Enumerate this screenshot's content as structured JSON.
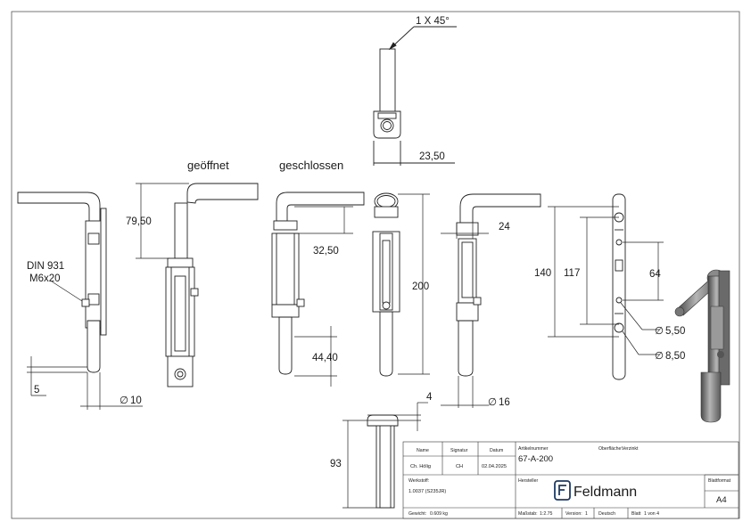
{
  "drawing": {
    "views": {
      "open_label": "geöffnet",
      "closed_label": "geschlossen"
    },
    "dimensions": {
      "chamfer": "1 X 45°",
      "top_width": "23,50",
      "open_height": "79,50",
      "din": "DIN 931",
      "screw": "M6x20",
      "tip_length": "5",
      "pin_dia": "10",
      "closed_offset": "32,50",
      "closed_bottom": "44,40",
      "total_height": "200",
      "side_width": "24",
      "body_dia": "16",
      "hole_spacing_outer": "140",
      "hole_spacing_inner": "117",
      "handle_spacing": "64",
      "small_hole": "5,50",
      "large_hole": "8,50",
      "bottom_offset": "4",
      "bottom_height": "93",
      "dia_symbol": "∅"
    }
  },
  "title_block": {
    "headers": {
      "name": "Name",
      "signature": "Signatur",
      "date": "Datum",
      "article_no": "Artikelnummer",
      "surface": "Oberfläche:",
      "material": "Werkstoff:",
      "manufacturer": "Hersteller",
      "sheet_format": "Blattformat",
      "weight": "Gewicht:",
      "scale": "Maßstab:",
      "version": "Version:",
      "sheet": "Blatt"
    },
    "values": {
      "name": "Ch. Hölig",
      "signature": "CH",
      "date": "02.04.2025",
      "article_no": "67-A-200",
      "surface": "Verzinkt",
      "material": "1.0037 (S235JR)",
      "manufacturer": "Feldmann",
      "sheet_format": "A4",
      "weight": "0.609 kg",
      "scale": "1:2.75",
      "version": "1",
      "language": "Deutsch",
      "sheet": "1 von 4"
    }
  }
}
